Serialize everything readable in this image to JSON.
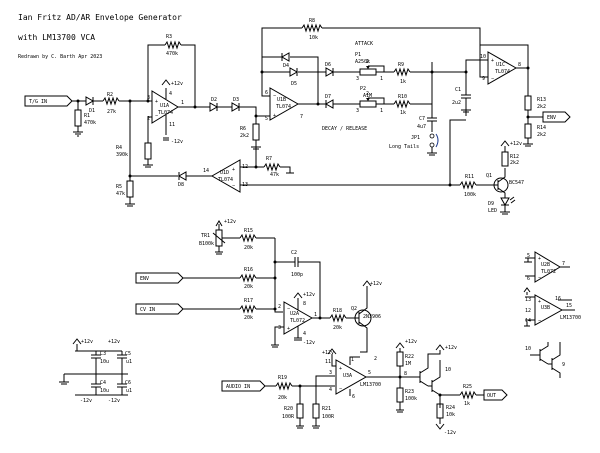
{
  "header": {
    "title": "Ian Fritz AD/AR Envelope Generator",
    "subtitle": "with LM13700 VCA",
    "credit": "Redrawn by C. Barth Apr 2023"
  },
  "ports": {
    "tg_in": "T/G IN",
    "env_out": "ENV",
    "env_in": "ENV",
    "cv_in": "CV IN",
    "audio_in": "AUDIO IN",
    "out": "OUT"
  },
  "supplies": {
    "pos": "+12v",
    "neg": "-12v"
  },
  "labels": {
    "attack": "ATTACK",
    "decay_release": "DECAY / RELEASE",
    "long_tails": "Long Tails"
  },
  "parts": {
    "R1": [
      "R1",
      "470k"
    ],
    "R2": [
      "R2",
      "27k"
    ],
    "R3": [
      "R3",
      "470k"
    ],
    "R4": [
      "R4",
      "390k"
    ],
    "R5": [
      "R5",
      "47k"
    ],
    "R6": [
      "R6",
      "2k2"
    ],
    "R7": [
      "R7",
      "47k"
    ],
    "R8": [
      "R8",
      "10k"
    ],
    "R9": [
      "R9",
      "1k"
    ],
    "R10": [
      "R10",
      "1k"
    ],
    "R11": [
      "R11",
      "100k"
    ],
    "R12": [
      "R12",
      "2k2"
    ],
    "R13": [
      "R13",
      "2k2"
    ],
    "R14": [
      "R14",
      "2k2"
    ],
    "R15": [
      "R15",
      "20k"
    ],
    "R16": [
      "R16",
      "20k"
    ],
    "R17": [
      "R17",
      "20k"
    ],
    "R18": [
      "R18",
      "20k"
    ],
    "R19": [
      "R19",
      "20k"
    ],
    "R20": [
      "R20",
      "100R"
    ],
    "R21": [
      "R21",
      "100R"
    ],
    "R22": [
      "R22",
      "1M"
    ],
    "R23": [
      "R23",
      "100k"
    ],
    "R24": [
      "R24",
      "10k"
    ],
    "R25": [
      "R25",
      "1k"
    ],
    "P1": [
      "P1",
      "A250k"
    ],
    "P2": [
      "P2",
      "A1M"
    ],
    "TR1": [
      "TR1",
      "B100k"
    ],
    "C1": [
      "C1",
      "2u2"
    ],
    "C2": [
      "C2",
      "100p"
    ],
    "C3": [
      "C3",
      "10u"
    ],
    "C4": [
      "C4",
      "10u"
    ],
    "C5": [
      "C5",
      "u1"
    ],
    "C6": [
      "C6",
      "u1"
    ],
    "C7": [
      "C7",
      "4u7"
    ],
    "D1": "D1",
    "D2": "D2",
    "D3": "D3",
    "D4": "D4",
    "D5": "D5",
    "D6": "D6",
    "D7": "D7",
    "D8": "D8",
    "D9": [
      "D9",
      "LED"
    ],
    "JP1": "JP1",
    "Q1": [
      "Q1",
      "BC547"
    ],
    "Q2": [
      "Q2",
      "2N3906"
    ],
    "U1A": [
      "U1A",
      "TL074"
    ],
    "U1B": [
      "U1B",
      "TL074"
    ],
    "U1C": [
      "U1C",
      "TL074"
    ],
    "U1D": [
      "U1D",
      "TL074"
    ],
    "U2A": [
      "U2A",
      "TL072"
    ],
    "U2B": [
      "U2B",
      "TL072"
    ],
    "U3A": [
      "U3A",
      "LM13700"
    ],
    "U3B": [
      "U3B",
      "LM13700"
    ]
  },
  "pins": {
    "u1a": [
      "3",
      "2",
      "1",
      "4",
      "11"
    ],
    "u1b": [
      "5",
      "6",
      "7"
    ],
    "u1c": [
      "10",
      "9",
      "8"
    ],
    "u1d": [
      "12",
      "13",
      "14"
    ],
    "u2a": [
      "3",
      "2",
      "1",
      "8",
      "4"
    ],
    "u2b": [
      "5",
      "6",
      "7"
    ],
    "u3a": [
      "3",
      "4",
      "1",
      "5",
      "6",
      "11",
      "2"
    ],
    "u3b": [
      "13",
      "14",
      "16",
      "15",
      "12",
      "10",
      "9",
      "8"
    ],
    "p1": [
      "3",
      "2",
      "1"
    ],
    "p2": [
      "3",
      "2",
      "1"
    ]
  },
  "colors": {
    "ink": "#000000",
    "jumper": "#1f3a8a",
    "background": "#ffffff"
  }
}
